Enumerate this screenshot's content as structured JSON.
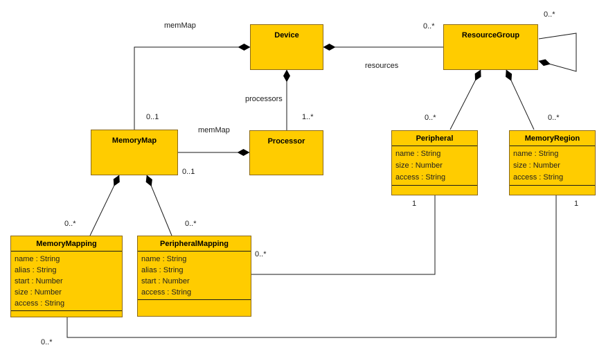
{
  "diagram": {
    "type": "uml-class-diagram",
    "background": "#ffffff"
  },
  "colors": {
    "class_fill": "#FFCC00",
    "class_border": "#8B6914",
    "line": "#1a1a1a",
    "text": "#000000"
  },
  "classes": {
    "device": {
      "name": "Device",
      "attributes": []
    },
    "resourceGroup": {
      "name": "ResourceGroup",
      "attributes": []
    },
    "memoryMap": {
      "name": "MemoryMap",
      "attributes": []
    },
    "processor": {
      "name": "Processor",
      "attributes": []
    },
    "peripheral": {
      "name": "Peripheral",
      "attributes": [
        "name : String",
        "size : Number",
        "access : String"
      ]
    },
    "memoryRegion": {
      "name": "MemoryRegion",
      "attributes": [
        "name : String",
        "size : Number",
        "access : String"
      ]
    },
    "memoryMapping": {
      "name": "MemoryMapping",
      "attributes": [
        "name : String",
        "alias : String",
        "start : Number",
        "size : Number",
        "access : String"
      ]
    },
    "peripheralMapping": {
      "name": "PeripheralMapping",
      "attributes": [
        "name : String",
        "alias : String",
        "start : Number",
        "access : String"
      ]
    }
  },
  "relationships": [
    {
      "type": "composition",
      "from": "Device",
      "to": "MemoryMap",
      "name_label": "memMap",
      "target_mult": "0..1"
    },
    {
      "type": "composition",
      "from": "Device",
      "to": "Processor",
      "name_label": "processors",
      "target_mult": "1..*"
    },
    {
      "type": "composition",
      "from": "Device",
      "to": "ResourceGroup",
      "name_label": "resources",
      "target_mult": "0..*"
    },
    {
      "type": "composition",
      "from": "Processor",
      "to": "MemoryMap",
      "name_label": "memMap",
      "target_mult": "0..1"
    },
    {
      "type": "composition",
      "from": "ResourceGroup",
      "to": "ResourceGroup",
      "target_mult": "0..*"
    },
    {
      "type": "composition",
      "from": "ResourceGroup",
      "to": "Peripheral",
      "target_mult": "0..*"
    },
    {
      "type": "composition",
      "from": "ResourceGroup",
      "to": "MemoryRegion",
      "target_mult": "0..*"
    },
    {
      "type": "composition",
      "from": "MemoryMap",
      "to": "MemoryMapping",
      "target_mult": "0..*"
    },
    {
      "type": "composition",
      "from": "MemoryMap",
      "to": "PeripheralMapping",
      "target_mult": "0..*"
    },
    {
      "type": "association",
      "from": "Peripheral",
      "to": "PeripheralMapping",
      "source_mult": "1",
      "target_mult": "0..*"
    },
    {
      "type": "association",
      "from": "MemoryRegion",
      "to": "MemoryMapping",
      "source_mult": "1",
      "target_mult": "0..*"
    }
  ]
}
